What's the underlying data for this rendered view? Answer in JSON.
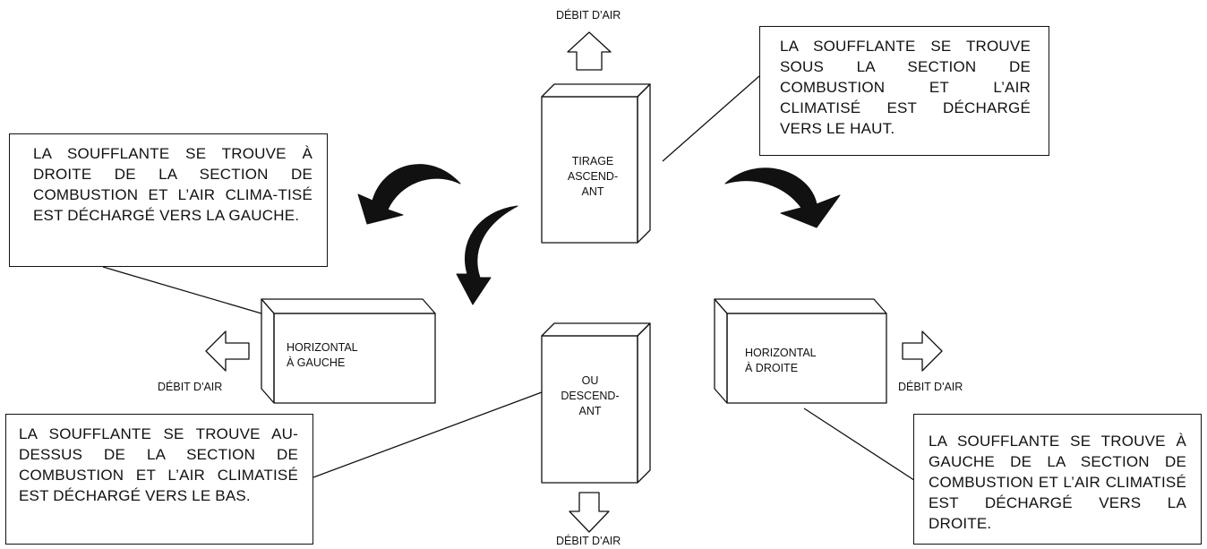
{
  "units": {
    "upflow": {
      "lines": [
        "TIRAGE",
        "ASCEND-",
        "ANT"
      ]
    },
    "downflow": {
      "lines": [
        "OU",
        "DESCEND-",
        "ANT"
      ]
    },
    "left": {
      "lines": [
        "HORIZONTAL",
        "À GAUCHE"
      ]
    },
    "right": {
      "lines": [
        "HORIZONTAL",
        "À DROITE"
      ]
    }
  },
  "airflow_labels": {
    "top": "DÉBIT D'AIR",
    "left": "DÉBIT D'AIR",
    "right": "DÉBIT D'AIR",
    "bottom": "DÉBIT D'AIR"
  },
  "callouts": {
    "upflow": "LA SOUFFLANTE SE TROUVE SOUS LA SECTION DE COMBUSTION ET L’AIR CLIMATISÉ EST DÉCHARGÉ VERS LE HAUT.",
    "left": "LA SOUFFLANTE SE TROUVE À DROITE DE LA SECTION DE COMBUSTION ET L’AIR CLIMA-TISÉ EST DÉCHARGÉ VERS LA GAUCHE.",
    "downflow": "LA SOUFFLANTE SE TROUVE AU-DESSUS DE LA SECTION DE COMBUSTION ET L’AIR CLIMATISÉ EST DÉCHARGÉ VERS LE BAS.",
    "right": "LA SOUFFLANTE SE TROUVE À GAUCHE DE LA SECTION DE COMBUSTION ET L’AIR CLIMATISÉ EST DÉCHARGÉ VERS LA DROITE."
  },
  "colors": {
    "line": "#111111",
    "fill": "#ffffff"
  }
}
